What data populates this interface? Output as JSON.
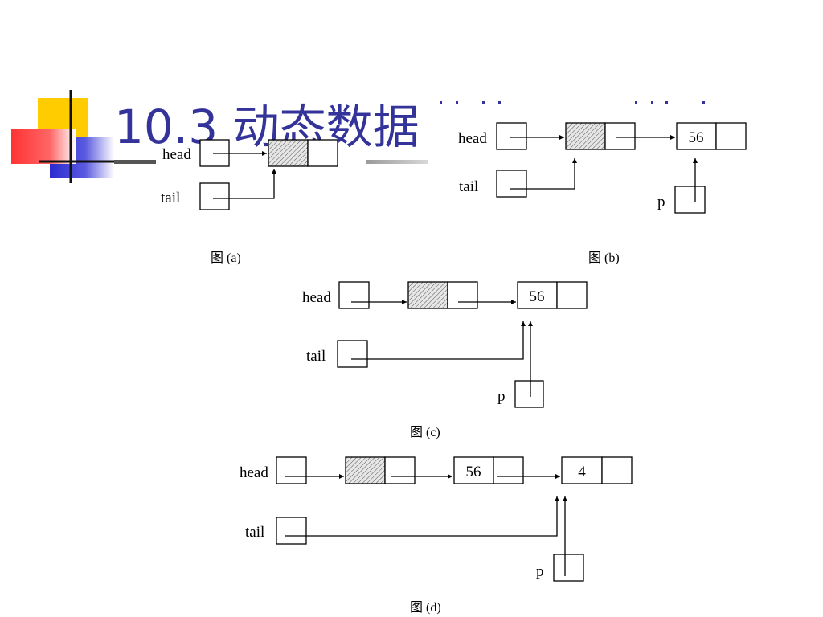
{
  "slide": {
    "title": "10.3 动态数据"
  },
  "diagram": {
    "labels": {
      "head": "head",
      "tail": "tail",
      "p": "p"
    },
    "values": {
      "first": "56",
      "second": "4"
    },
    "captions": {
      "a": "图  (a)",
      "b": "图  (b)",
      "c": "图  (c)",
      "d": "图  (d)"
    }
  },
  "colors": {
    "title": "#333399",
    "accent_yellow": "#ffcc00",
    "accent_blue": "#3333cc",
    "accent_red": "#ff3333"
  }
}
